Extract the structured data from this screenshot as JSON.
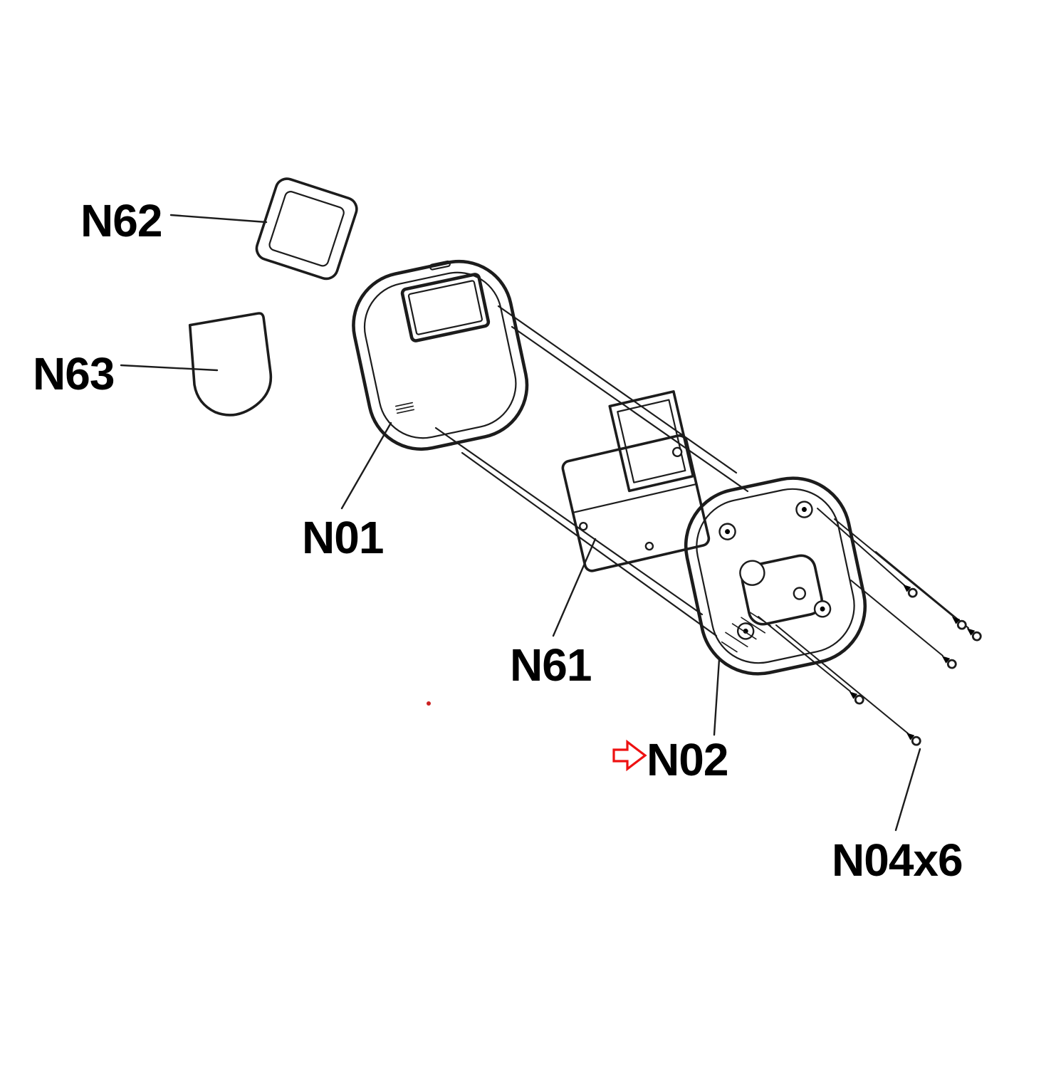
{
  "diagram": {
    "labels": {
      "n62": "N62",
      "n63": "N63",
      "n01": "N01",
      "n61": "N61",
      "n02": "N02",
      "n04": "N04x6"
    },
    "screws_shown": 6,
    "arrow_points_to": "N02",
    "colors": {
      "background": "#ffffff",
      "line_color": "#1c1c1c",
      "label_color": "#000000",
      "highlight_color": "#ee1111",
      "dot_color": "#cc2222"
    }
  }
}
